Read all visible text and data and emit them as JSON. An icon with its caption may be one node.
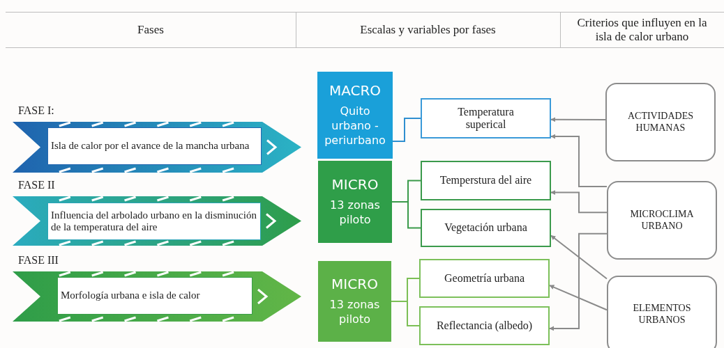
{
  "diagram": {
    "nodes": [
      {
        "text": [
          "FASE I:",
          "Isla de calor por el avance de la mancha urbana"
        ]
      },
      {
        "text": [
          "FASE II",
          "Influencia del arbolado urbano en la disminución de la temperatura del aire"
        ]
      },
      {
        "text": [
          "FASE III",
          "Morfología urbana e isla de calor"
        ]
      },
      {
        "text": [
          "MACRO",
          "Quito urbano - periurbano"
        ]
      },
      {
        "text": [
          "MICRO",
          "13 zonas piloto"
        ]
      },
      {
        "text": [
          "MICRO",
          "13 zonas piloto"
        ]
      },
      {
        "text": [
          "Temperatura superical"
        ]
      },
      {
        "text": [
          "Temperstura del aire"
        ]
      },
      {
        "text": [
          "Vegetación urbana"
        ]
      },
      {
        "text": [
          "Geometría urbana"
        ]
      },
      {
        "text": [
          "Reflectancia (albedo)"
        ]
      },
      {
        "text": [
          "ACTIVIDADES HUMANAS"
        ]
      },
      {
        "text": [
          "MICROCLIMA URBANO"
        ]
      },
      {
        "text": [
          "ELEMENTOS URBANOS"
        ]
      }
    ],
    "edges": [
      {
        "from": 3,
        "to": 6,
        "arrow": "none",
        "color": "#2f8fd0"
      },
      {
        "from": 4,
        "to": 7,
        "arrow": "none",
        "color": "#3a9a4a"
      },
      {
        "from": 4,
        "to": 8,
        "arrow": "none",
        "color": "#3a9a4a"
      },
      {
        "from": 5,
        "to": 9,
        "arrow": "none",
        "color": "#7cbf55"
      },
      {
        "from": 5,
        "to": 10,
        "arrow": "none",
        "color": "#7cbf55"
      },
      {
        "from": 11,
        "to": 6,
        "arrow": "to"
      },
      {
        "from": 12,
        "to": 6,
        "arrow": "to"
      },
      {
        "from": 12,
        "to": 7,
        "arrow": "to"
      },
      {
        "from": 12,
        "to": 10,
        "arrow": "to"
      },
      {
        "from": 13,
        "to": 8,
        "arrow": "to"
      },
      {
        "from": 13,
        "to": 9,
        "arrow": "to"
      }
    ],
    "labels": [
      "Fases",
      "Escalas y variables por fases",
      "Criterios que influyen en la isla de calor urbano"
    ]
  }
}
